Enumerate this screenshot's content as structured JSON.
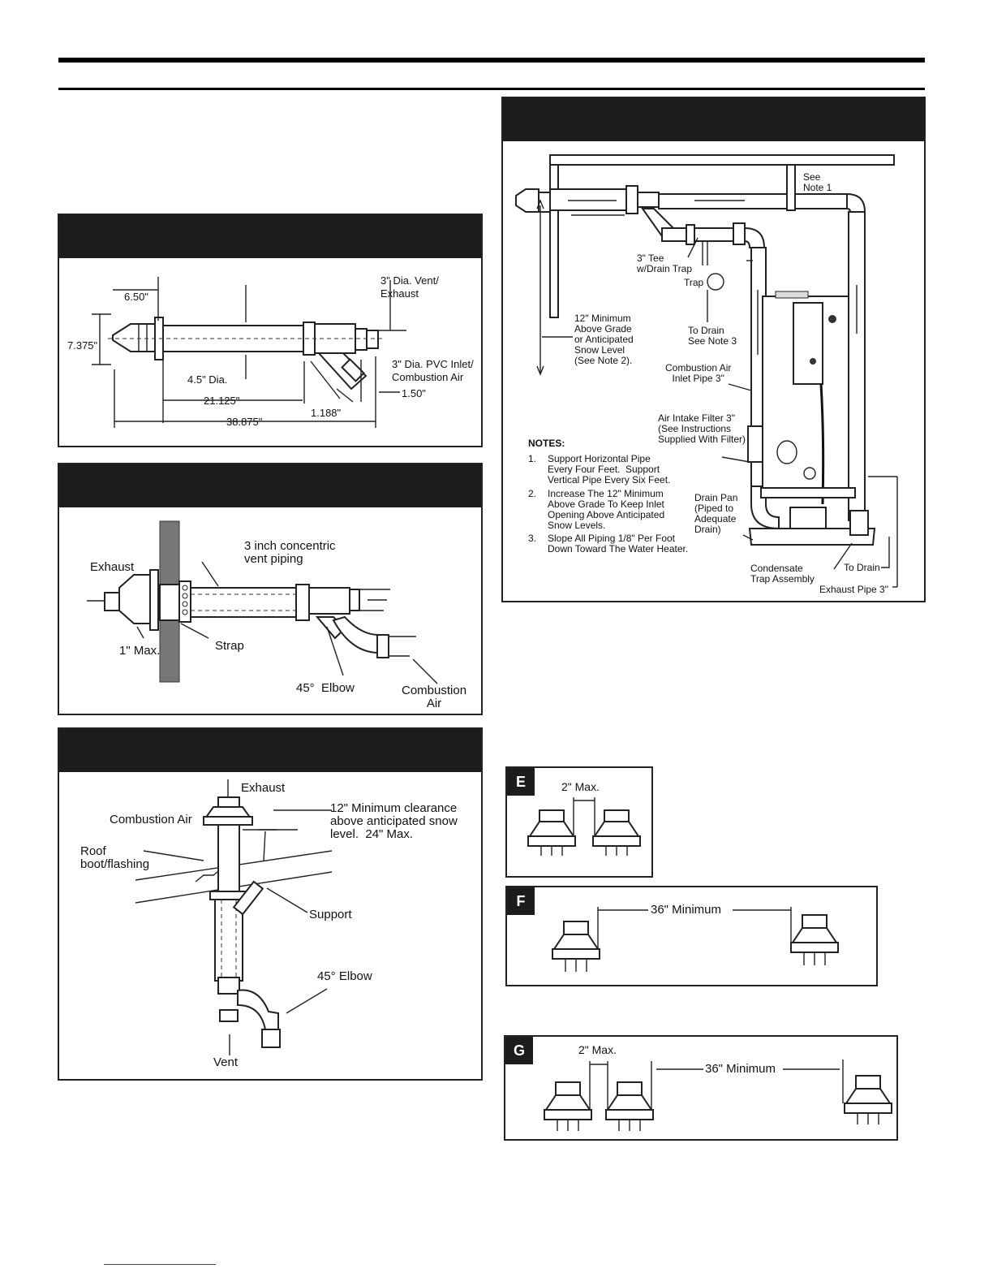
{
  "fig_concentric_dims": {
    "d_650": "6.50\"",
    "d_7375": "7.375\"",
    "vent_exhaust": "3\" Dia. Vent/\nExhaust",
    "pvc_inlet": "3\" Dia. PVC Inlet/\nCombustion Air",
    "dia_45": "4.5\" Dia.",
    "d_150": "1.50\"",
    "d_21125": "21.125\"",
    "d_1188": "1.188\"",
    "d_38875": "38.875\""
  },
  "fig_wall": {
    "concentric": "3 inch concentric\nvent piping",
    "exhaust": "Exhaust",
    "max": "1\" Max.",
    "strap": "Strap",
    "elbow": "45°  Elbow",
    "combustion": "Combustion\nAir"
  },
  "fig_roof": {
    "exhaust": "Exhaust",
    "combustion": "Combustion Air",
    "clearance": "12\" Minimum clearance\nabove anticipated snow\nlevel.  24\" Max.",
    "roof_boot": "Roof\nboot/flashing",
    "support": "Support",
    "elbow": "45° Elbow",
    "vent": "Vent"
  },
  "fig_install": {
    "see_note1": "See\nNote 1",
    "tee": "3\" Tee\nw/Drain Trap",
    "trap": "Trap",
    "min_grade": "12\" Minimum\nAbove Grade\nor Anticipated\nSnow Level\n(See Note 2).",
    "to_drain_note": "To Drain\nSee Note 3",
    "inlet_pipe": "Combustion Air\nInlet Pipe 3\"",
    "filter": "Air Intake Filter 3\"\n(See Instructions\nSupplied With Filter)",
    "notes_title": "NOTES:",
    "notes": [
      {
        "num": "1.",
        "text": "Support Horizontal Pipe\nEvery Four Feet.  Support\nVertical Pipe Every Six Feet."
      },
      {
        "num": "2.",
        "text": "Increase The 12\" Minimum\nAbove Grade To Keep Inlet\nOpening Above Anticipated\nSnow Levels."
      },
      {
        "num": "3.",
        "text": "Slope All Piping 1/8\" Per Foot\nDown Toward The Water Heater."
      }
    ],
    "drain_pan": "Drain Pan\n(Piped to\nAdequate\nDrain)",
    "condensate": "Condensate\nTrap Assembly",
    "to_drain": "To Drain",
    "exhaust_pipe": "Exhaust Pipe 3\""
  },
  "spacing": {
    "e_tag": "E",
    "e_max": "2\" Max.",
    "f_tag": "F",
    "f_min": "36\" Minimum",
    "g_tag": "G",
    "g_max": "2\" Max.",
    "g_min": "36\" Minimum"
  }
}
